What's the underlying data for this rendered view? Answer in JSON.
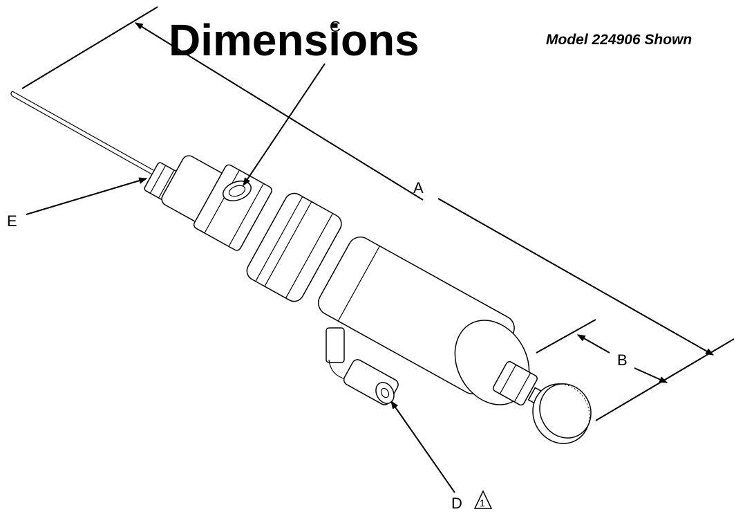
{
  "title": "Dimensions",
  "model_caption": "Model 224906 Shown",
  "callouts": {
    "a": "A",
    "b": "B",
    "c": "C",
    "d": "D",
    "e": "E"
  },
  "note_reference": "1",
  "icons": [
    "note-triangle-icon",
    "arrowhead-icon"
  ]
}
